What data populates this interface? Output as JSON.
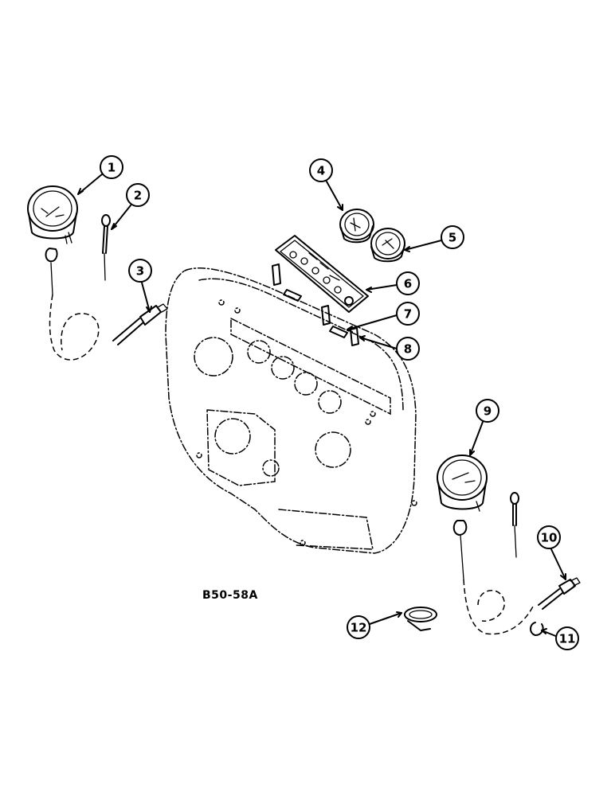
{
  "figure_code": "B50-58A",
  "callouts": [
    {
      "id": 1,
      "label": "1"
    },
    {
      "id": 2,
      "label": "2"
    },
    {
      "id": 3,
      "label": "3"
    },
    {
      "id": 4,
      "label": "4"
    },
    {
      "id": 5,
      "label": "5"
    },
    {
      "id": 6,
      "label": "6"
    },
    {
      "id": 7,
      "label": "7"
    },
    {
      "id": 8,
      "label": "8"
    },
    {
      "id": 9,
      "label": "9"
    },
    {
      "id": 10,
      "label": "10"
    },
    {
      "id": 11,
      "label": "11"
    },
    {
      "id": 12,
      "label": "12"
    }
  ]
}
